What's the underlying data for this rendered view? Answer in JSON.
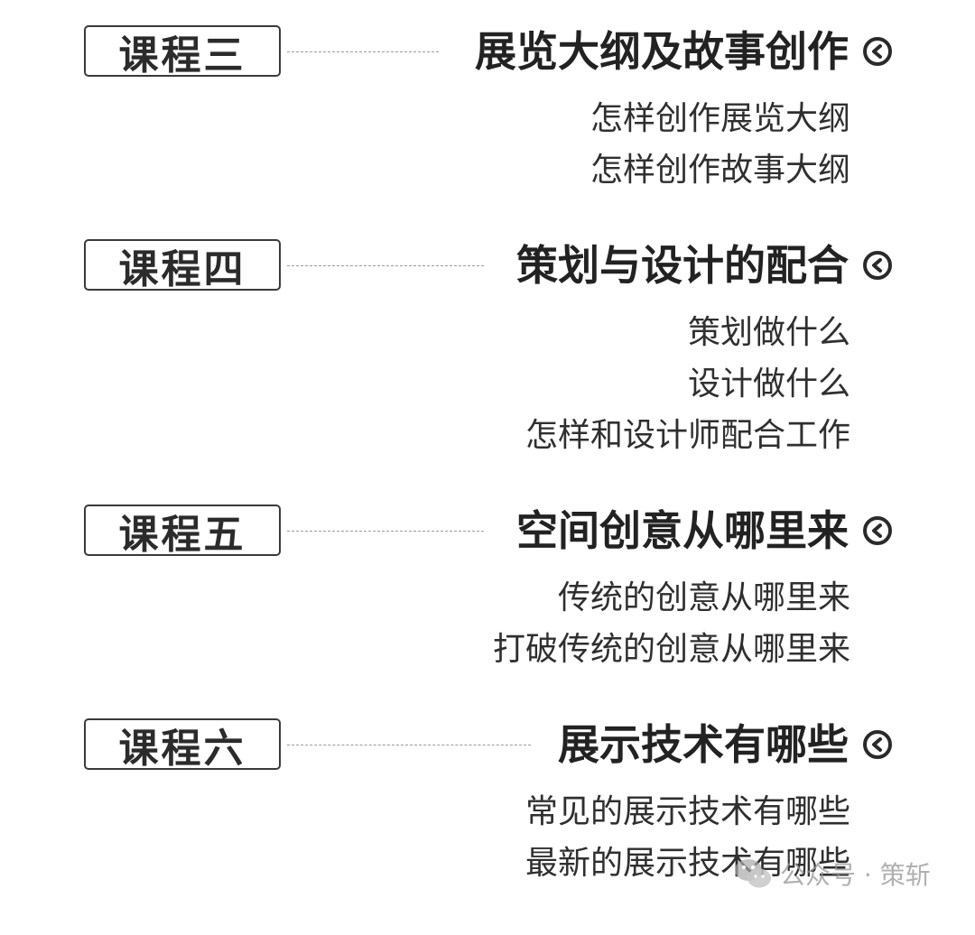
{
  "sections": [
    {
      "badge": "课程三",
      "title": "展览大纲及故事创作",
      "items": [
        "怎样创作展览大纲",
        "怎样创作故事大纲"
      ]
    },
    {
      "badge": "课程四",
      "title": "策划与设计的配合",
      "items": [
        "策划做什么",
        "设计做什么",
        "怎样和设计师配合工作"
      ]
    },
    {
      "badge": "课程五",
      "title": "空间创意从哪里来",
      "items": [
        "传统的创意从哪里来",
        "打破传统的创意从哪里来"
      ]
    },
    {
      "badge": "课程六",
      "title": "展示技术有哪些",
      "items": [
        "常见的展示技术有哪些",
        "最新的展示技术有哪些"
      ]
    }
  ],
  "icons": {
    "title_marker": "circle-chevron-left-icon",
    "watermark": "wechat-icon"
  },
  "watermark": {
    "text": "公众号 · 策斩"
  }
}
